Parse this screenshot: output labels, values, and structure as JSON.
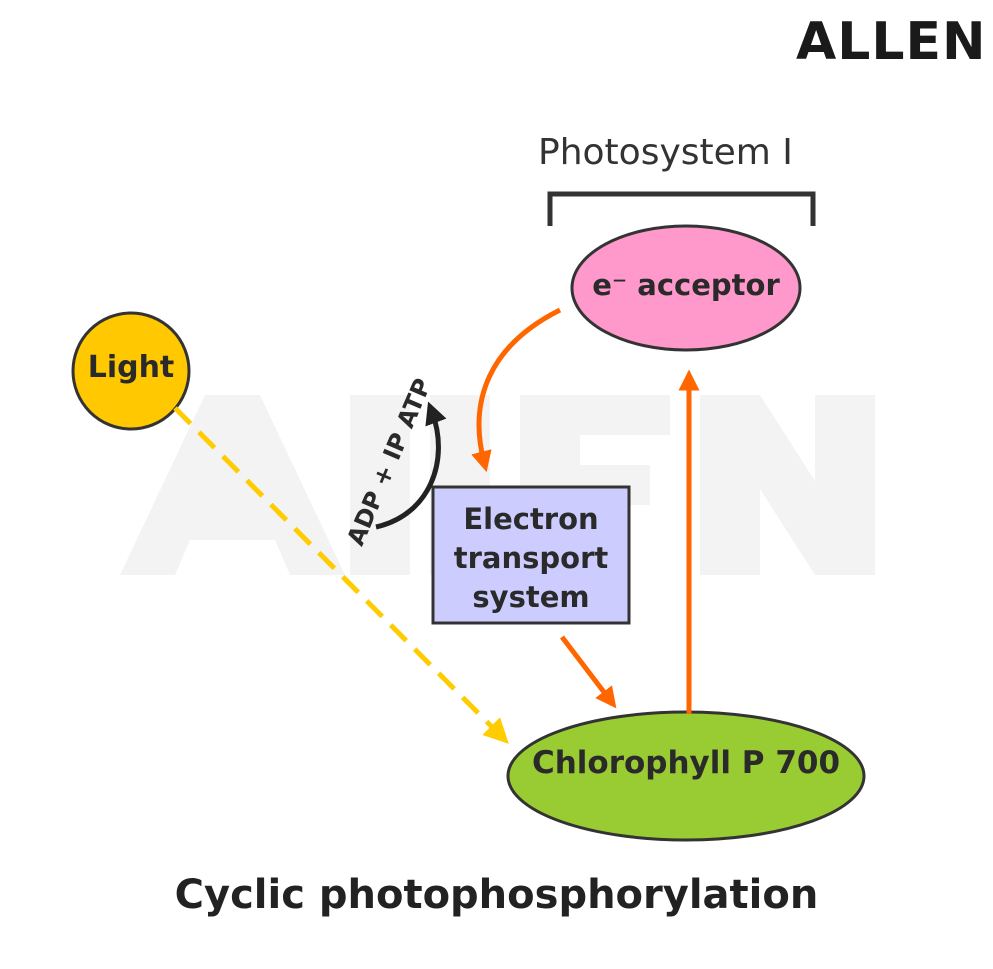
{
  "logo": {
    "text": "ALLEN"
  },
  "diagram": {
    "photosystem_label": "Photosystem I",
    "light_label": "Light",
    "acceptor_label": "e⁻ acceptor",
    "ets_label": "Electron transport system",
    "chlorophyll_label": "Chlorophyll P 700",
    "atp_label": "ADP + IP ATP",
    "caption": "Cyclic photophosphorylation"
  },
  "colors": {
    "light_fill": "#ffc800",
    "acceptor_fill": "#ff99cc",
    "ets_fill": "#ccccff",
    "chlorophyll_fill": "#99cc33",
    "orange_arrow": "#ff6600",
    "light_ray": "#ffcc00",
    "outline": "#333333"
  }
}
